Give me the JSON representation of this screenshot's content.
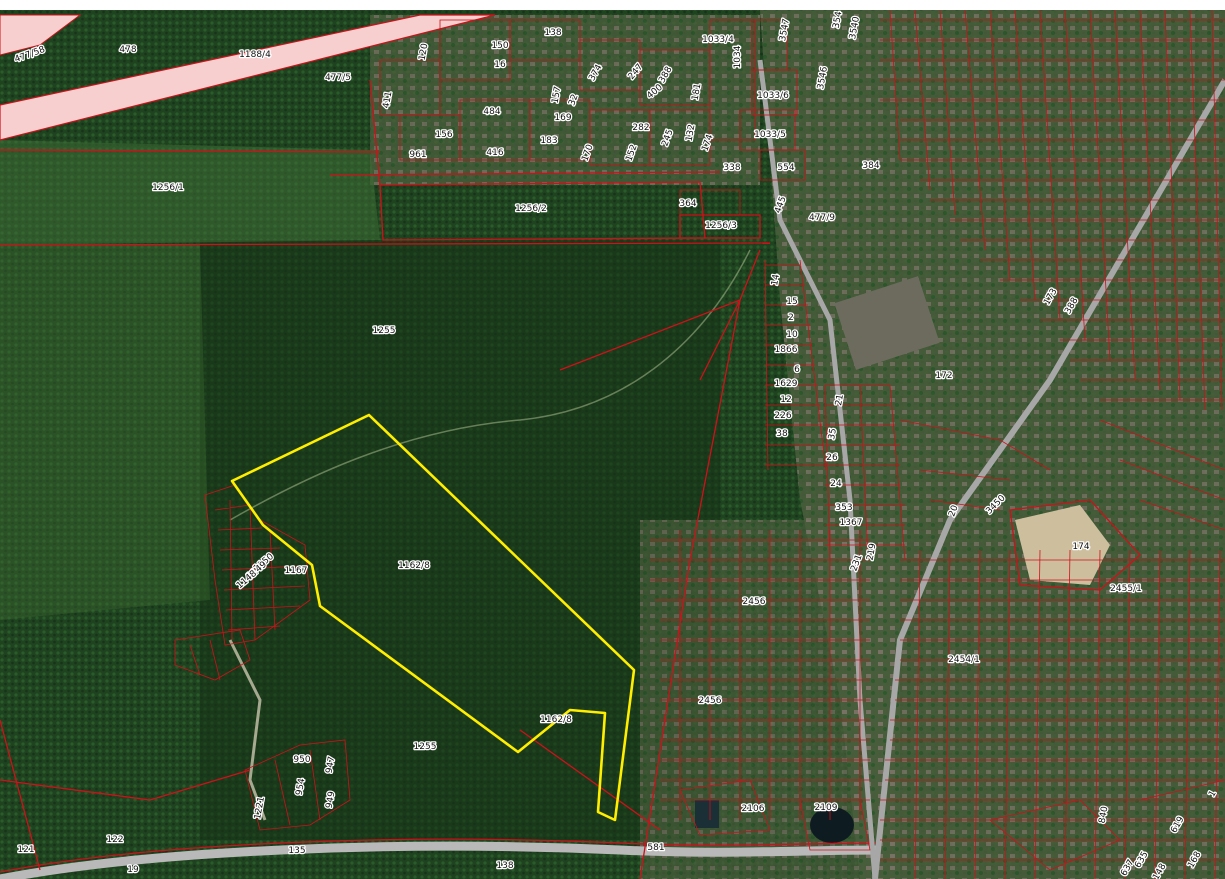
{
  "map": {
    "colors": {
      "parcel_outline": "#d0101a",
      "highlight_outline": "#ffee00",
      "road_corridor": "#f7cfcf",
      "forest": "#234b23",
      "label_halo": "#ffffff"
    },
    "selected_parcel": "1162/8",
    "parcel_labels": [
      "477/58",
      "478",
      "1188/4",
      "477/5",
      "120",
      "150",
      "16",
      "138",
      "374",
      "247",
      "388",
      "1033/4",
      "1034",
      "1033/6",
      "3547",
      "3546",
      "354",
      "3540",
      "411",
      "484",
      "157",
      "32",
      "400",
      "181",
      "169",
      "156",
      "961",
      "416",
      "183",
      "170",
      "152",
      "282",
      "245",
      "132",
      "174",
      "1033/5",
      "338",
      "554",
      "384",
      "1256/1",
      "1256/2",
      "364",
      "445",
      "477/9",
      "1256/3",
      "14",
      "15",
      "2",
      "10",
      "1866",
      "6",
      "1629",
      "12",
      "226",
      "38",
      "1255",
      "172",
      "173",
      "388",
      "21",
      "35",
      "26",
      "24",
      "353",
      "1367",
      "231",
      "219",
      "20",
      "3450",
      "174",
      "2455/1",
      "1150",
      "1149",
      "1148",
      "1167",
      "1162/8",
      "2456",
      "2454/1",
      "2456",
      "1162/8",
      "1255",
      "950",
      "947",
      "954",
      "949",
      "1221",
      "2106",
      "2109",
      "840",
      "619",
      "1",
      "121",
      "122",
      "135",
      "19",
      "138",
      "581",
      "637",
      "635",
      "148",
      "168"
    ]
  }
}
